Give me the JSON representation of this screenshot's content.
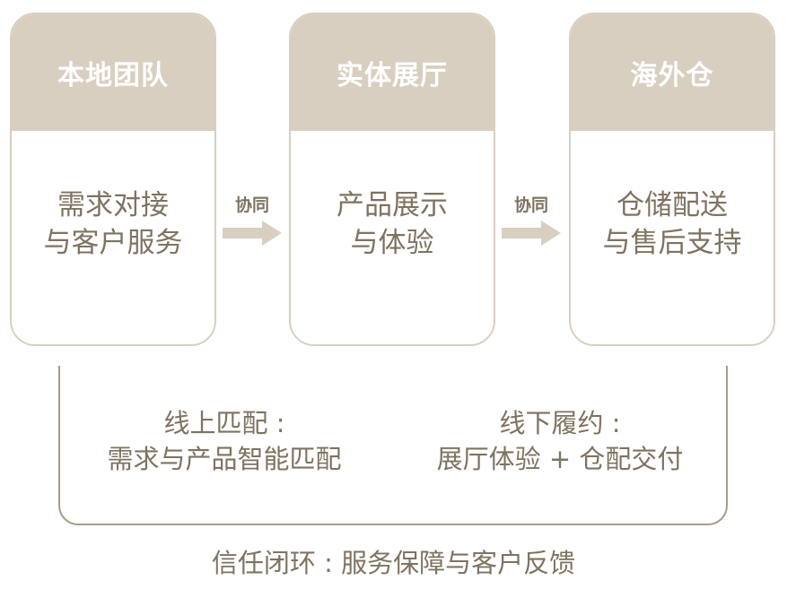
{
  "cards": [
    {
      "title": "本地团队",
      "body_line1": "需求对接",
      "body_line2": "与客户服务"
    },
    {
      "title": "实体展厅",
      "body_line1": "产品展示",
      "body_line2": "与体验"
    },
    {
      "title": "海外仓",
      "body_line1": "仓储配送",
      "body_line2": "与售后支持"
    }
  ],
  "connectors": [
    {
      "label": "协同"
    },
    {
      "label": "协同"
    }
  ],
  "online": {
    "line1": "线上匹配 :",
    "line2": "需求与产品智能匹配"
  },
  "offline": {
    "line1": "线下履约 :",
    "line2": "展厅体验 + 仓配交付"
  },
  "caption": "信任闭环 : 服务保障与客户反馈",
  "colors": {
    "header_fill": "#d8cfc1",
    "text": "#7e7361",
    "frame": "#a89c89"
  }
}
